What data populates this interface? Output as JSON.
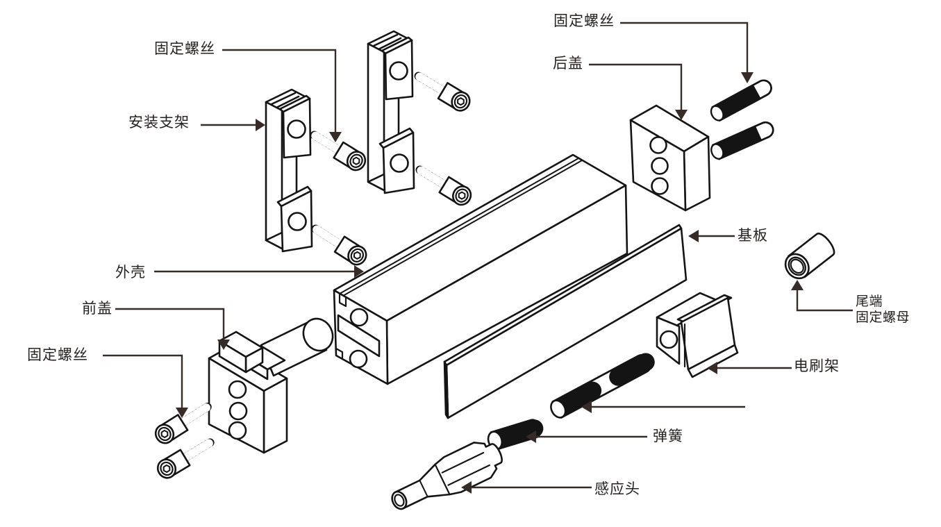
{
  "diagram": {
    "labels": {
      "fixing_screw_top_left": "固定螺丝",
      "mounting_bracket": "安装支架",
      "fixing_screw_top_right": "固定螺丝",
      "rear_cover": "后盖",
      "base_plate": "基板",
      "tail_nut_line1": "尾端",
      "tail_nut_line2": "固定螺母",
      "housing": "外壳",
      "front_cover": "前盖",
      "fixing_screw_front": "固定螺丝",
      "brush_holder": "电刷架",
      "spring": "弹簧",
      "sensor_head": "感应头"
    },
    "colors": {
      "outline": "#141414",
      "leader": "#362b26",
      "text": "#262220",
      "background": "#ffffff"
    }
  }
}
